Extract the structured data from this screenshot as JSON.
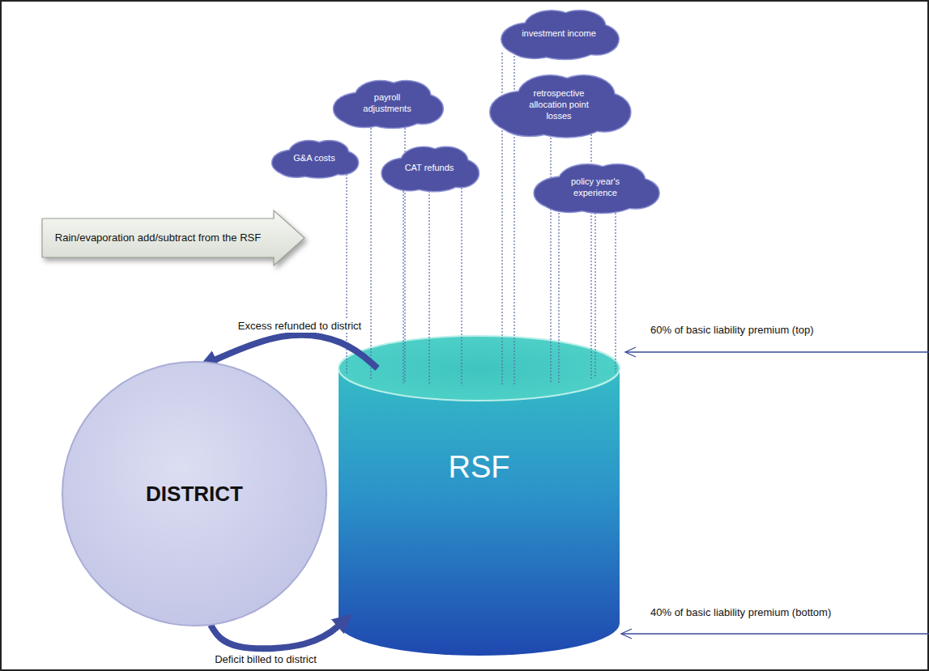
{
  "diagram": {
    "nodes": [
      {
        "text": [
          "investment income"
        ]
      },
      {
        "text": [
          "payroll adjustments"
        ]
      },
      {
        "text": [
          "retrospective allocation point losses"
        ]
      },
      {
        "text": [
          "G&A costs"
        ]
      },
      {
        "text": [
          "CAT refunds"
        ]
      },
      {
        "text": [
          "policy year's experience"
        ]
      },
      {
        "text": [
          "Rain/evaporation add/subtract from the RSF"
        ]
      },
      {
        "text": [
          "DISTRICT"
        ]
      },
      {
        "text": [
          "RSF"
        ]
      }
    ],
    "edges": [
      {
        "from": 0,
        "to": 8,
        "arrow": "none"
      },
      {
        "from": 1,
        "to": 8,
        "arrow": "none"
      },
      {
        "from": 2,
        "to": 8,
        "arrow": "none"
      },
      {
        "from": 3,
        "to": 8,
        "arrow": "none"
      },
      {
        "from": 4,
        "to": 8,
        "arrow": "none"
      },
      {
        "from": 5,
        "to": 8,
        "arrow": "none"
      },
      {
        "from": 8,
        "to": 7,
        "label": "Excess refunded to district",
        "arrow": "to"
      },
      {
        "from": 7,
        "to": 8,
        "label": "Deficit billed to district",
        "arrow": "to"
      }
    ],
    "labels": [
      "60% of basic liability premium (top)",
      "40% of basic liability premium (bottom)"
    ]
  }
}
